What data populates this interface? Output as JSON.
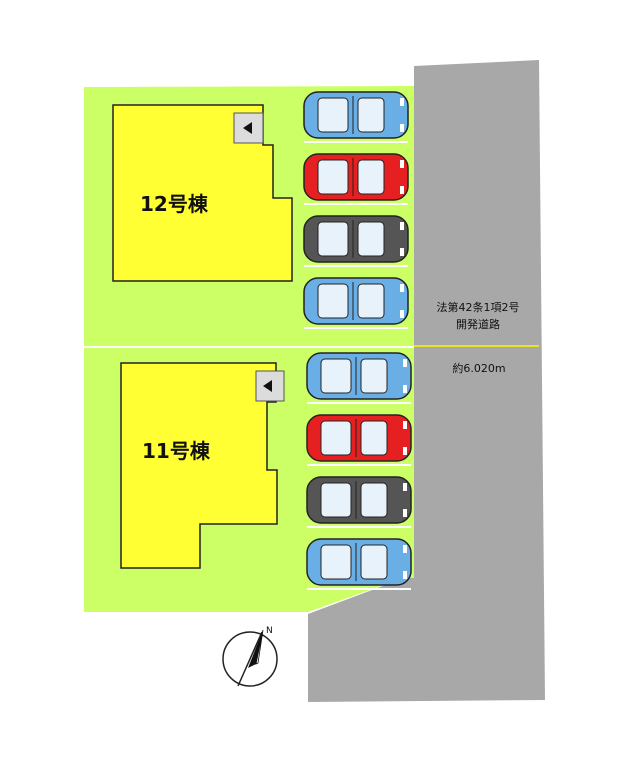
{
  "buildings": [
    {
      "id": "b12",
      "label": "12号棟"
    },
    {
      "id": "b11",
      "label": "11号棟"
    }
  ],
  "road": {
    "label_line1": "法第42条1項2号",
    "label_line2": "開発道路",
    "width_text": "約6.020m"
  },
  "colors": {
    "lot": "#ccff66",
    "building": "#ffff33",
    "road": "#a8a8a8",
    "divider": "#ffffff",
    "road_width_line": "#e8e02a",
    "car_blue": "#6aaee6",
    "car_red": "#e62020",
    "car_gray": "#555555"
  },
  "parking": {
    "upper": [
      "blue",
      "red",
      "gray",
      "blue"
    ],
    "lower": [
      "blue",
      "red",
      "gray",
      "blue"
    ]
  },
  "compass": {
    "north_label": "N",
    "icon": "north-arrow-icon"
  }
}
